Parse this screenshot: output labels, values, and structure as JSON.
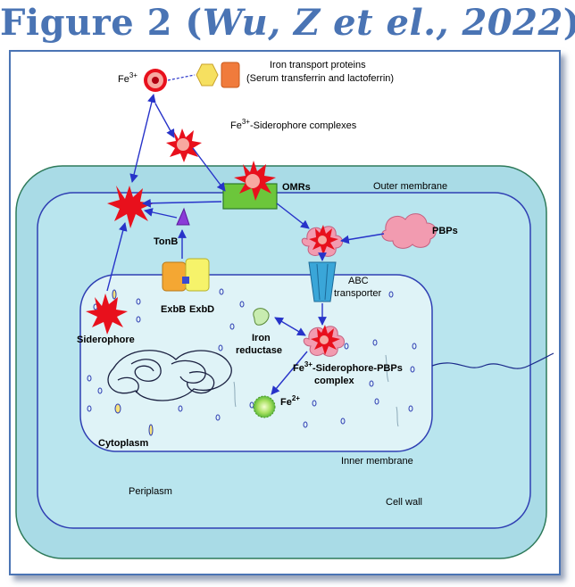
{
  "figure": {
    "title": "Figure 2",
    "citation": "Wu, Z et el., 2022"
  },
  "labels": {
    "fe3": "Fe",
    "fe3_sup": "3+",
    "iron_transport_line1": "Iron transport proteins",
    "iron_transport_line2": "(Serum transferrin and lactoferrin)",
    "complexes_prefix": "Fe",
    "complexes_sup": "3+",
    "complexes_suffix": "-Siderophore complexes",
    "omrs": "OMRs",
    "outer_membrane": "Outer membrane",
    "pbps": "PBPs",
    "tonb": "TonB",
    "exbb": "ExbB",
    "exbd": "ExbD",
    "abc_line1": "ABC",
    "abc_line2": "transporter",
    "siderophore": "Siderophore",
    "iron_reductase_line1": "Iron",
    "iron_reductase_line2": "reductase",
    "pbps_complex_prefix": "Fe",
    "pbps_complex_sup": "3+",
    "pbps_complex_suffix": "-Siderophore-PBPs",
    "pbps_complex_line2": "complex",
    "fe2": "Fe",
    "fe2_sup": "2+",
    "cytoplasm": "Cytoplasm",
    "inner_membrane": "Inner membrane",
    "periplasm": "Periplasm",
    "cell_wall": "Cell wall"
  },
  "colors": {
    "title": "#4a74b4",
    "cell_wall_fill": "#a9dbe6",
    "cell_wall_stroke": "#2e7a5a",
    "membrane_stroke": "#2f3fb3",
    "periplasm_fill": "#b9e5ee",
    "cytoplasm_fill": "#dff3f7",
    "arrow": "#2733c9",
    "siderophore_red": "#e8101c",
    "omr_green": "#6cc63b",
    "pbp_pink": "#f29bb0",
    "tonb_purple": "#8a3bd8",
    "exbb_orange": "#f4a733",
    "exbd_yellow": "#f6f36a",
    "transporter_blue": "#3aa6d8",
    "fe2_green": "#8fd84a"
  }
}
